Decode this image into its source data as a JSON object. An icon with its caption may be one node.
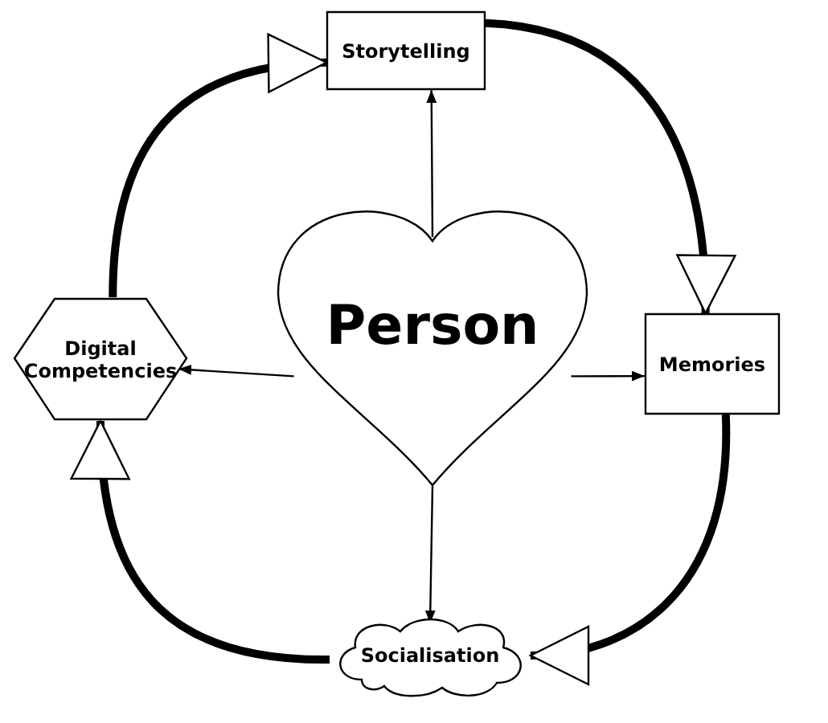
{
  "diagram": {
    "nodes": [
      {
        "text": [
          "Person"
        ]
      },
      {
        "text": [
          "Storytelling"
        ]
      },
      {
        "text": [
          "Memories"
        ]
      },
      {
        "text": [
          "Socialisation"
        ]
      },
      {
        "text": [
          "Digital Competencies"
        ]
      }
    ],
    "edges": [
      {
        "from": 0,
        "to": 1,
        "arrow": "to"
      },
      {
        "from": 0,
        "to": 2,
        "arrow": "to"
      },
      {
        "from": 0,
        "to": 3,
        "arrow": "to"
      },
      {
        "from": 0,
        "to": 4,
        "arrow": "to"
      },
      {
        "from": 4,
        "to": 1,
        "arrow": "to",
        "style": "thick"
      },
      {
        "from": 1,
        "to": 2,
        "arrow": "to",
        "style": "thick"
      },
      {
        "from": 2,
        "to": 3,
        "arrow": "to",
        "style": "thick"
      },
      {
        "from": 3,
        "to": 4,
        "arrow": "to",
        "style": "thick"
      }
    ]
  }
}
